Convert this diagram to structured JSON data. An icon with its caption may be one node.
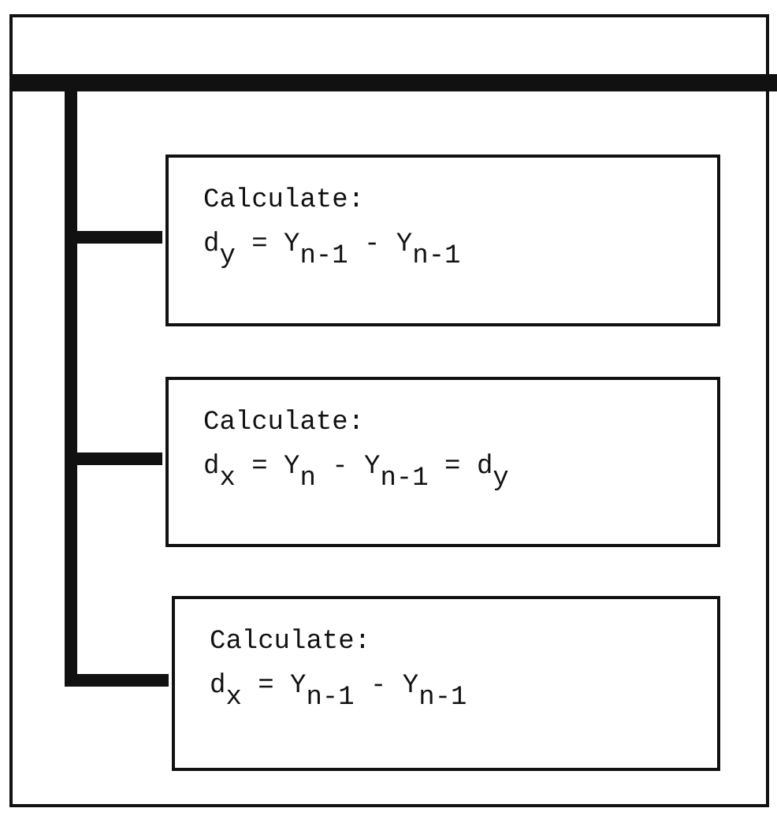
{
  "diagram": {
    "nodes": [
      {
        "text": [],
        "shape": "box"
      },
      {
        "text": [],
        "shape": "bar",
        "in": 0
      },
      {
        "text": [
          "Calculate:",
          "d$_{y}$ = Y$_{n-1}$ - Y$_{n-1}$"
        ],
        "in": 0
      },
      {
        "text": [
          "Calculate:",
          "d$_{x}$ = Y$_{n}$ - Y$_{n-1}$ = d$_{y}$"
        ],
        "in": 0
      },
      {
        "text": [
          "Calculate:",
          "d$_{x}$ = Y$_{n-1}$ - Y$_{n-1}$"
        ],
        "in": 0
      }
    ],
    "edges": [
      {
        "from": 1,
        "to": 2,
        "arrow": "none"
      },
      {
        "from": 1,
        "to": 3,
        "arrow": "none"
      },
      {
        "from": 1,
        "to": 4,
        "arrow": "none"
      }
    ]
  }
}
